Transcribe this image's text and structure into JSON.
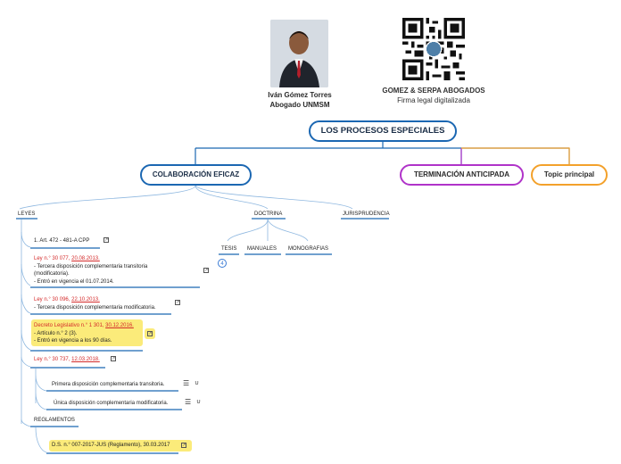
{
  "header": {
    "person_name": "Iván Gómez Torres",
    "person_title": "Abogado UNMSM",
    "firm_name": "GOMEZ & SERPA ABOGADOS",
    "firm_subtitle": "Firma legal digitalizada"
  },
  "root": {
    "label": "LOS PROCESOS ESPECIALES"
  },
  "branches": {
    "colaboracion": "COLABORACIÓN EFICAZ",
    "terminacion": "TERMINACIÓN ANTICIPADA",
    "topic": "Topic principal"
  },
  "level2": {
    "leyes": "LEYES",
    "doctrina": "DOCTRINA",
    "jurisprudencia": "JURISPRUDENCIA"
  },
  "doctrina_children": {
    "tesis": "TESIS",
    "manuales": "MANUALES",
    "monografias": "MONOGRAFIAS",
    "tesis_count": "4"
  },
  "leyes": {
    "item1": "1. Art. 472 - 481-A CPP",
    "ley30077": {
      "title": "Ley n.° 30 077, ",
      "date": "20.08.2013.",
      "line1": "- Tercera disposición complementaria transitoria",
      "line2": "(modificatoria).",
      "line3": "- Entró en vigencia el 01.07.2014."
    },
    "ley30096": {
      "title": "Ley n.° 30 096, ",
      "date": "22.10.2013.",
      "line1": "- Tercera disposición complementaria modificatoria."
    },
    "dleg1301": {
      "title": "Decreto Legislativo n.° 1 301, ",
      "date": "30.12.2016.",
      "line1": "- Artículo n.° 2 (3).",
      "line2": "- Entró en vigencia a los 90 días."
    },
    "ley30737": {
      "title": "Ley n.° 30 737, ",
      "date": "12.03.2018."
    },
    "sub1": "Primera disposición complementaria transitoria.",
    "sub2": "Única disposición complementaria modificatoria.",
    "reglamentos": "REGLAMENTOS",
    "ds007": "D.S. n.° 007-2017-JUS (Reglamento), 30.03.2017"
  },
  "icons": {
    "external": "external-link-icon",
    "notes": "notes-icon",
    "attachment": "paperclip-icon"
  },
  "colors": {
    "blue": "#1b67b2",
    "purple": "#b033c9",
    "orange": "#f3a12b",
    "highlight": "#fbeb7a",
    "red": "#d42a2a"
  }
}
